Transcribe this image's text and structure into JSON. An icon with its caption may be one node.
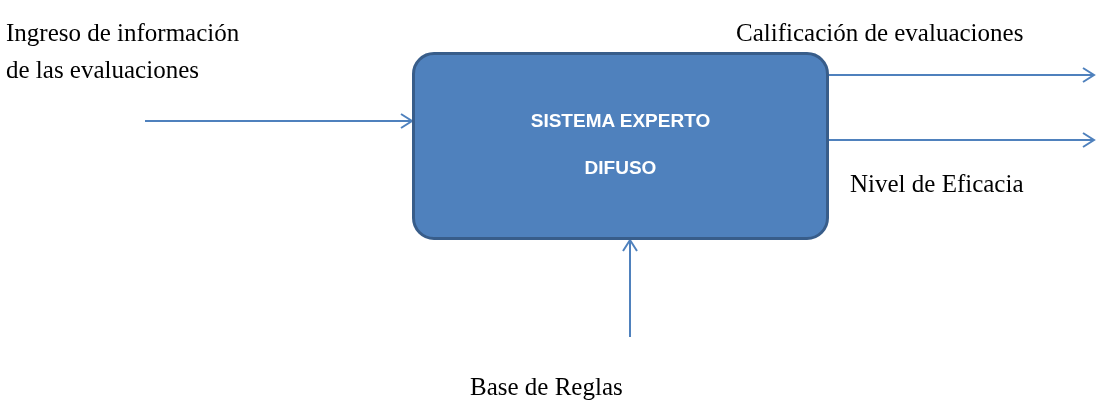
{
  "diagram": {
    "nodes": [
      {
        "text": [
          "Ingreso de información de las evaluaciones"
        ]
      },
      {
        "text": [
          "SISTEMA EXPERTO DIFUSO"
        ]
      },
      {
        "text": [
          "Calificación de evaluaciones"
        ]
      },
      {
        "text": [
          "Nivel de Eficacia"
        ]
      },
      {
        "text": [
          "Base de Reglas"
        ]
      }
    ],
    "edges": [
      {
        "from": 0,
        "to": 1,
        "arrow": "to"
      },
      {
        "from": 1,
        "to": 2,
        "arrow": "to"
      },
      {
        "from": 1,
        "to": 3,
        "arrow": "to"
      },
      {
        "from": 4,
        "to": 1,
        "arrow": "to"
      }
    ]
  }
}
